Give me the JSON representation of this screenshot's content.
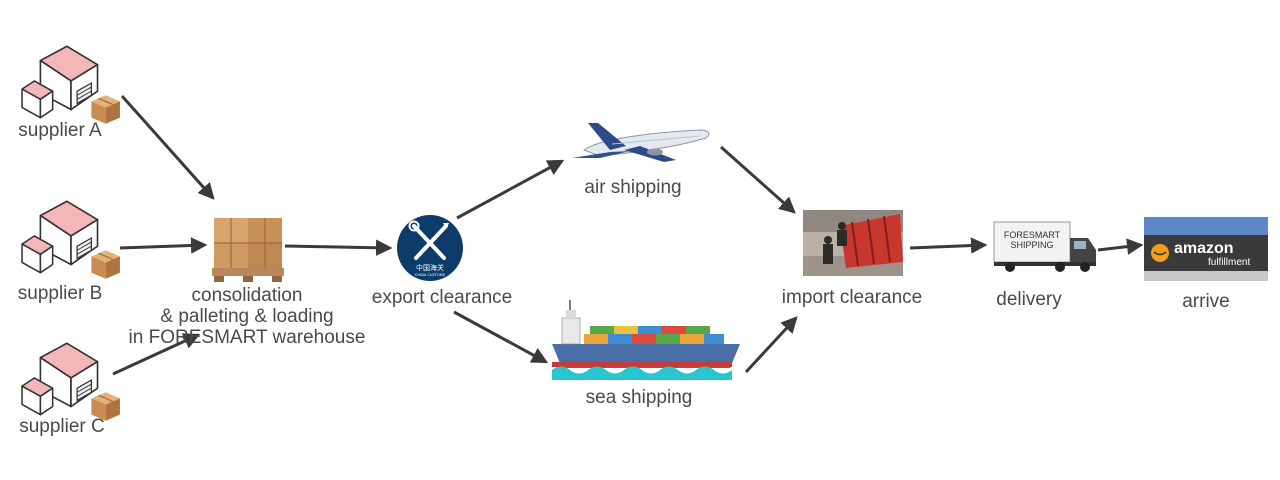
{
  "nodes": {
    "supplier_a": {
      "label": "supplier A",
      "icon": "warehouse-icon"
    },
    "supplier_b": {
      "label": "supplier B",
      "icon": "warehouse-icon"
    },
    "supplier_c": {
      "label": "supplier C",
      "icon": "warehouse-icon"
    },
    "consolidation": {
      "lines": [
        "consolidation",
        "& palleting & loading",
        "in FORESMART warehouse"
      ],
      "icon": "pallet-boxes-icon"
    },
    "export_clearance": {
      "label": "export clearance",
      "icon": "china-customs-emblem-icon",
      "emblem_text": "中国海关",
      "emblem_subtext": "CHINA CUSTOMS"
    },
    "air_shipping": {
      "label": "air shipping",
      "icon": "airplane-icon"
    },
    "sea_shipping": {
      "label": "sea shipping",
      "icon": "container-ship-icon"
    },
    "import_clearance": {
      "label": "import clearance",
      "icon": "customs-inspection-photo"
    },
    "delivery": {
      "label": "delivery",
      "icon": "delivery-truck-icon",
      "truck_text": [
        "FORESMART",
        "SHIPPING"
      ]
    },
    "arrive": {
      "label": "arrive",
      "icon": "amazon-fulfillment-photo",
      "sign_text": [
        "amazon",
        "fulfillment"
      ]
    }
  },
  "edges": [
    {
      "from": "supplier A",
      "to": "consolidation"
    },
    {
      "from": "supplier B",
      "to": "consolidation"
    },
    {
      "from": "supplier C",
      "to": "consolidation"
    },
    {
      "from": "consolidation",
      "to": "export clearance"
    },
    {
      "from": "export clearance",
      "to": "air shipping"
    },
    {
      "from": "export clearance",
      "to": "sea shipping"
    },
    {
      "from": "air shipping",
      "to": "import clearance"
    },
    {
      "from": "sea shipping",
      "to": "import clearance"
    },
    {
      "from": "import clearance",
      "to": "delivery"
    },
    {
      "from": "delivery",
      "to": "arrive"
    }
  ],
  "colors": {
    "arrow": "#3a3a3a",
    "label": "#4a4a4a",
    "roof": "#f4b6b9",
    "box": "#d4a06a",
    "emblem": "#0d3c6b",
    "water": "#29c6d2",
    "hull": "#4a6ea8",
    "amazon_orange": "#f0a01a"
  }
}
